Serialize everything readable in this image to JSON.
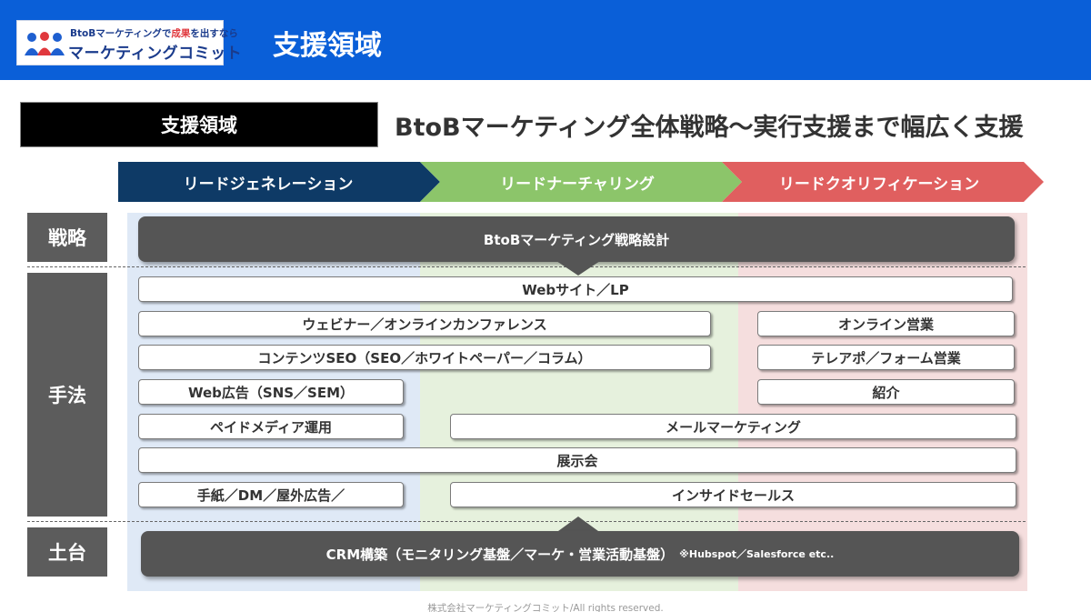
{
  "header": {
    "logo_tagline_pre": "BtoBマーケティングで",
    "logo_tagline_highlight": "成果",
    "logo_tagline_post": "を出すなら",
    "logo_name": "マーケティングコミット",
    "title": "支援領域"
  },
  "section_label": "支援領域",
  "headline": "BtoBマーケティング全体戦略〜実行支援まで幅広く支援",
  "phases": [
    {
      "label": "リードジェネレーション",
      "color": "#0e3a66"
    },
    {
      "label": "リードナーチャリング",
      "color": "#8cc56a"
    },
    {
      "label": "リードクオリフィケーション",
      "color": "#e05f5f"
    }
  ],
  "rows": {
    "strategy": "戦略",
    "methods": "手法",
    "foundation": "土台"
  },
  "strategy_bar": "BtoBマーケティング戦略設計",
  "methods": {
    "web_site_lp": "Webサイト／LP",
    "webinar": "ウェビナー／オンラインカンファレンス",
    "online_sales": "オンライン営業",
    "content_seo": "コンテンツSEO（SEO／ホワイトペーパー／コラム）",
    "teleapo": "テレアポ／フォーム営業",
    "web_ads": "Web広告（SNS／SEM）",
    "referral": "紹介",
    "paid_media": "ペイドメディア運用",
    "email_marketing": "メールマーケティング",
    "exhibition": "展示会",
    "letters": "手紙／DM／屋外広告／",
    "inside_sales": "インサイドセールス"
  },
  "foundation_bar": {
    "main": "CRM構築（モニタリング基盤／マーケ・営業活動基盤）",
    "note": "※Hubspot／Salesforce etc.."
  },
  "footer": "株式会社マーケティングコミット/All rights reserved."
}
